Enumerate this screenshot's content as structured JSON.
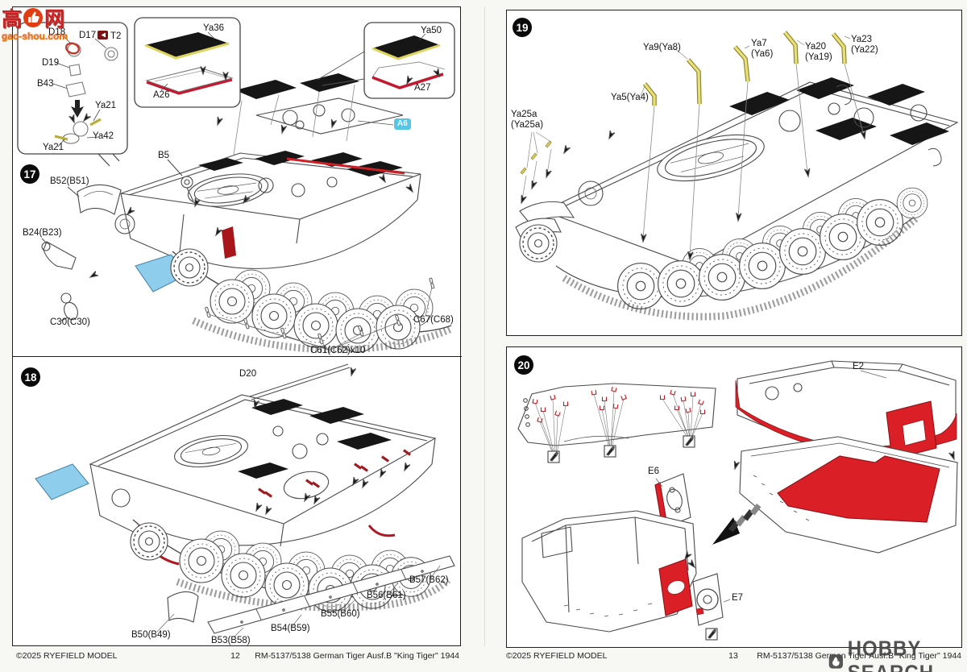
{
  "watermarks": {
    "gaoshou_cn": "高手网",
    "gaoshou_url": "gao-shou.com",
    "hobby_search": "HOBBY SEARCH"
  },
  "colors": {
    "highlight_red": "#cf1f26",
    "dark_red": "#9e1b22",
    "highlight_blue": "#8ecdeb",
    "highlight_yellow": "#e3da6d",
    "label_cyan_bg": "#55c6e6",
    "grille_black": "#161616"
  },
  "left_page": {
    "step17": {
      "number": "17",
      "inset_detail": {
        "d18": "D18",
        "d17": "D17",
        "t2": "T2",
        "d19": "D19",
        "b43": "B43",
        "ya21_top": "Ya21",
        "ya42": "Ya42",
        "ya21_bottom": "Ya21"
      },
      "inset_a26": {
        "ya36": "Ya36",
        "a26": "A26"
      },
      "inset_a27": {
        "ya50": "Ya50",
        "a27": "A27"
      },
      "a6": "A6",
      "b5": "B5",
      "b52": "B52(B51)",
      "b24": "B24(B23)",
      "c30": "C30(C30)",
      "c61": "C61(C62)x10",
      "c67": "C67(C68)"
    },
    "step18": {
      "number": "18",
      "d20": "D20",
      "b50": "B50(B49)",
      "b53": "B53(B58)",
      "b54": "B54(B59)",
      "b55": "B55(B60)",
      "b56": "B56(B61)",
      "b57": "B57(B62)"
    },
    "footer": {
      "copyright": "©2025 RYEFIELD MODEL",
      "page": "12",
      "product": "RM-5137/5138 German Tiger Ausf.B \"King Tiger\" 1944"
    }
  },
  "right_page": {
    "step19": {
      "number": "19",
      "ya9": "Ya9(Ya8)",
      "ya7_line1": "Ya7",
      "ya7_line2": "(Ya6)",
      "ya20_line1": "Ya20",
      "ya20_line2": "(Ya19)",
      "ya23_line1": "Ya23",
      "ya23_line2": "(Ya22)",
      "ya5": "Ya5(Ya4)",
      "ya25a_line1": "Ya25a",
      "ya25a_line2": "(Ya25a)"
    },
    "step20": {
      "number": "20",
      "e2": "E2",
      "e6": "E6",
      "e7": "E7"
    },
    "footer": {
      "copyright": "©2025 RYEFIELD MODEL",
      "page": "13",
      "product": "RM-5137/5138 German Tiger Ausf.B \"King Tiger\" 1944"
    }
  }
}
